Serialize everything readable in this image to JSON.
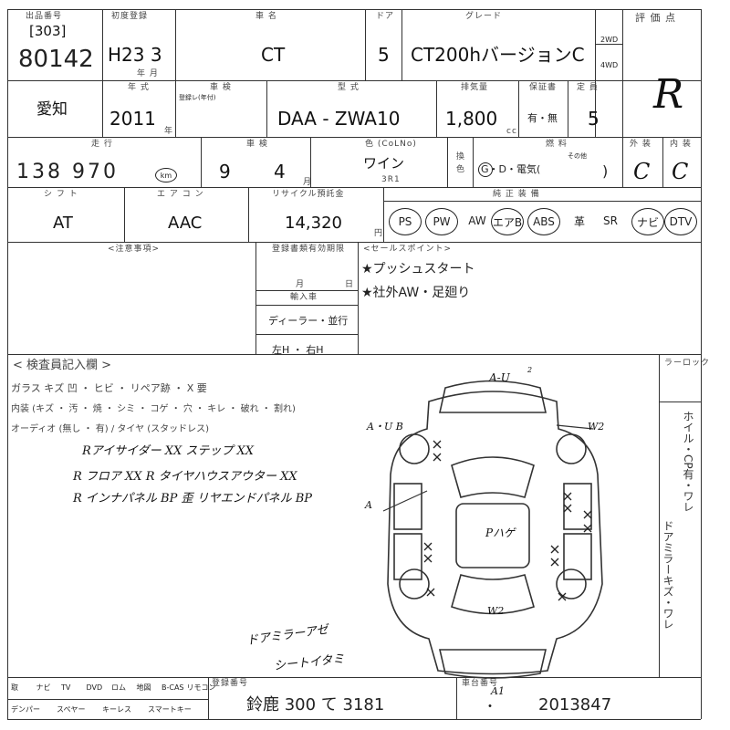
{
  "header": {
    "lane_label": "出品番号",
    "lot_prefix": "[303]",
    "lot_number": "80142",
    "reg_label": "初度登録",
    "reg_date": "H23 3",
    "reg_month_label": "年 月",
    "maker_label": "車 名",
    "car_name": "CT",
    "doors_label": "ドア",
    "doors": "5",
    "grade_label": "グレード",
    "grade": "CT200hバージョンC",
    "drive_2wd": "2WD",
    "drive_4wd": "4WD",
    "score_label": "評 価 点",
    "score": "R"
  },
  "row2": {
    "region": "愛知",
    "year_label": "年 式",
    "year": "2011",
    "year_suffix": "年",
    "chassis_label": "車 検",
    "chassis_sub": "登録レ(年付)",
    "model_label": "型 式",
    "model_code": "DAA - ZWA10",
    "cc_label": "排気量",
    "displacement": "1,800",
    "cc_unit": "cc",
    "warranty_label": "保証書",
    "warranty": "有・無",
    "seats_label": "定 員",
    "seats": "5"
  },
  "row3": {
    "mileage_label": "走 行",
    "mileage": "138 970",
    "mileage_unit": "km",
    "check_label": "車 検",
    "check_month": "9",
    "check_day": "4",
    "check_suffix": "月",
    "color_label": "色 (CoLNo)",
    "color": "ワイン",
    "color_code": "3R1",
    "change_label": "換 色",
    "fuel_label": "燃 料",
    "fuel_options": "G・D・電気(",
    "fuel_other": "その他",
    "fuel_close": ")",
    "exterior_label": "外 装",
    "exterior": "C",
    "interior_label": "内 装",
    "interior": "C"
  },
  "row4": {
    "shift_label": "シ フ ト",
    "shift": "AT",
    "ac_label": "エ ア コ ン",
    "ac": "AAC",
    "recycle_label": "リサイクル預託金",
    "recycle": "14,320",
    "recycle_unit": "円",
    "equip_label": "純 正 装 備",
    "equipment": [
      {
        "name": "PS",
        "circled": true
      },
      {
        "name": "PW",
        "circled": true
      },
      {
        "name": "AW",
        "circled": false
      },
      {
        "name": "エアB",
        "circled": true
      },
      {
        "name": "ABS",
        "circled": true
      },
      {
        "name": "革",
        "circled": false
      },
      {
        "name": "SR",
        "circled": false
      },
      {
        "name": "ナビ",
        "circled": true
      },
      {
        "name": "DTV",
        "circled": true
      }
    ]
  },
  "notes": {
    "notes_label": "<注意事項>",
    "deadline_label": "登録書類有効期限",
    "month_label": "月",
    "day_label": "日",
    "import_label": "輸入車",
    "dealer": "ディーラー・並行",
    "handle": "左H ・ 右H",
    "sales_label": "<セールスポイント>",
    "sales_points": [
      "★プッシュスタート",
      "★社外AW・足廻り"
    ]
  },
  "inspection": {
    "title": "< 検査員記入欄 >",
    "line1": "ガラス キズ 凹 ・ ヒビ ・ リペア跡 ・ X 要",
    "line2": "内装 (キズ ・ 汚 ・ 焼 ・ シミ ・ コゲ ・ 穴 ・ キレ ・ 破れ ・ 割れ)",
    "line3": "オーディオ (無し ・ 有) / タイヤ (スタッドレス)",
    "hand_notes": [
      "Rアイサイダー XX ステップ XX",
      "R フロア XX   R タイヤハウスアウター XX",
      "R インナパネル BP 歪   リヤエンドパネル BP",
      "ドアミラーアゼ",
      "シートイタミ"
    ],
    "diagram_marks": {
      "front": "A-U",
      "front_sup": "2",
      "left_front": "A・U B",
      "right_front": "W2",
      "left_mid": "A",
      "roof": "Pハゲ",
      "rear": "W2",
      "rear_bottom": "A1"
    }
  },
  "right_column": {
    "label": "ラーロック",
    "vertical_1": "ホイル・CP有・ワレ",
    "vertical_2": "ドアミラーキズ・ワレ"
  },
  "footer": {
    "cols": [
      "取",
      "ナビ",
      "TV",
      "DVD",
      "ロム",
      "地図",
      "B-CAS",
      "リモコン"
    ],
    "cols2": [
      "デンパー",
      "スペヤー",
      "キーレス",
      "スマートキー"
    ],
    "plate_label": "登録番号",
    "plate": "鈴鹿 300 て 3181",
    "vin_label": "車台番号",
    "vin_dot": "・",
    "vin": "2013847"
  }
}
